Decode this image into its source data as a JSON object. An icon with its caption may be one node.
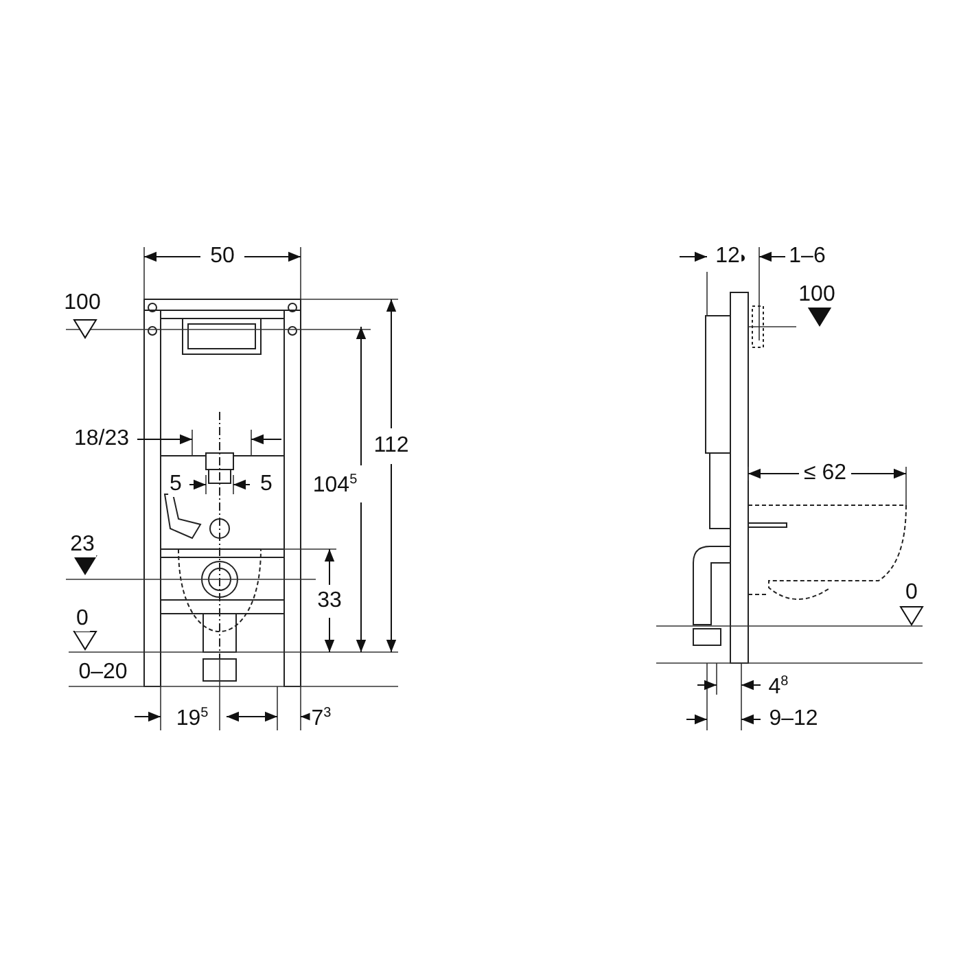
{
  "diagram": {
    "labels": [
      "50",
      "12",
      "1–6",
      "100",
      "100",
      "18/23",
      "112",
      "5",
      "5",
      "104$^{5}$",
      "≤ 62",
      "23",
      "33",
      "0",
      "0",
      "0–20",
      "4$^{8}$",
      "19$^{5}$",
      "7$^{3}$",
      "9–12"
    ]
  }
}
